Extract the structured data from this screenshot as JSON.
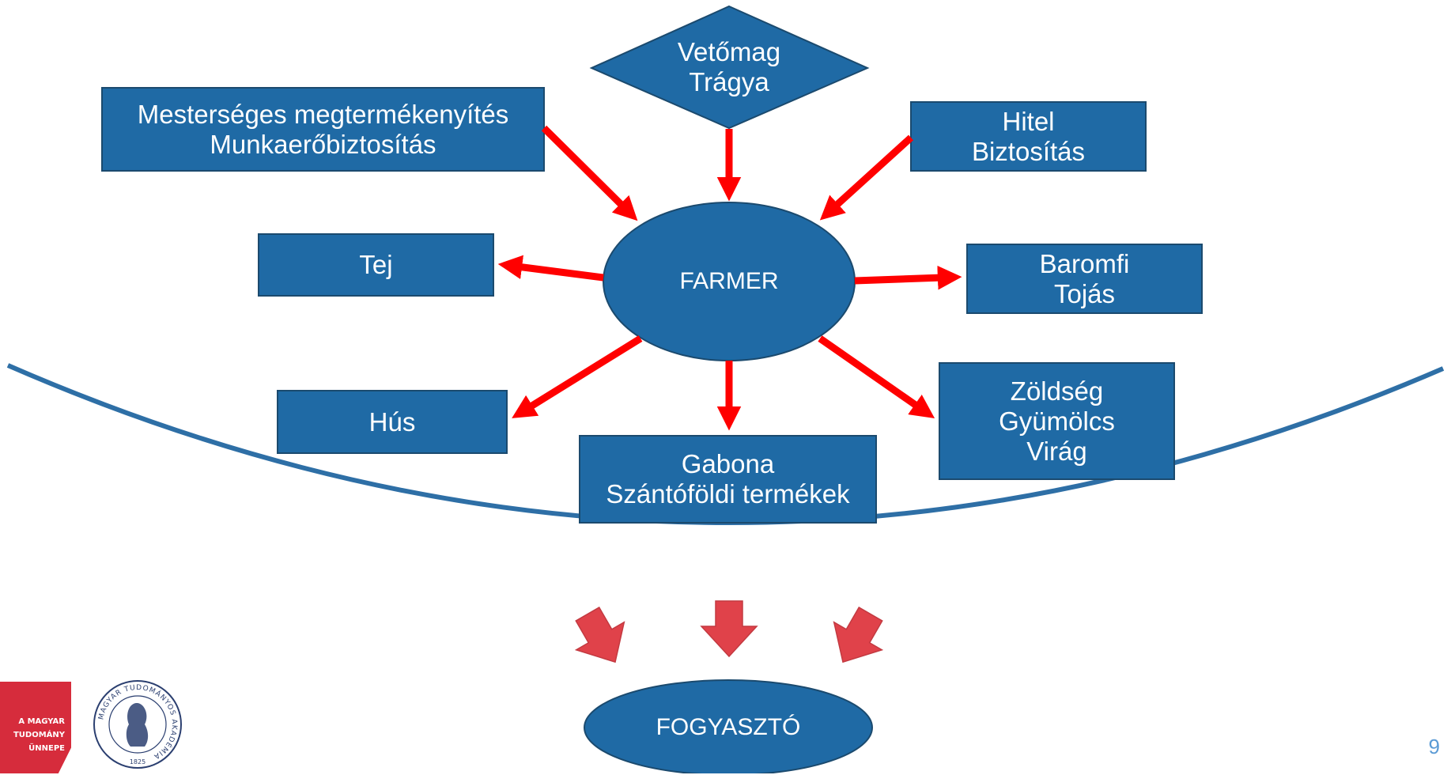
{
  "nodes": {
    "vetomag": [
      "Vetőmag",
      "Trágya"
    ],
    "mesterseges": [
      "Mesterséges megtermékenyítés",
      "Munkaerőbiztosítás"
    ],
    "hitel": [
      "Hitel",
      "Biztosítás"
    ],
    "farmer": [
      "FARMER"
    ],
    "tej": [
      "Tej"
    ],
    "baromfi": [
      "Baromfi",
      "Tojás"
    ],
    "hus": [
      "Hús"
    ],
    "gabona": [
      "Gabona",
      "Szántóföldi termékek"
    ],
    "zoldseg": [
      "Zöldség",
      "Gyümölcs",
      "Virág"
    ],
    "fogyaszto": [
      "FOGYASZTÓ"
    ]
  },
  "logo": {
    "lines": [
      "A MAGYAR",
      "TUDOMÁNY",
      "ÜNNEPE"
    ],
    "seal_text": "MAGYAR TUDOMÁNYOS AKADÉMIA",
    "seal_year": "1825"
  },
  "page_number": "9",
  "colors": {
    "box_fill": "#1f6aa5",
    "box_border": "#1b4a6e",
    "arrow_red": "#ff0000",
    "block_arrow": "#e0424a",
    "curve": "#2e6fa6",
    "logo_red": "#d62c3c"
  }
}
